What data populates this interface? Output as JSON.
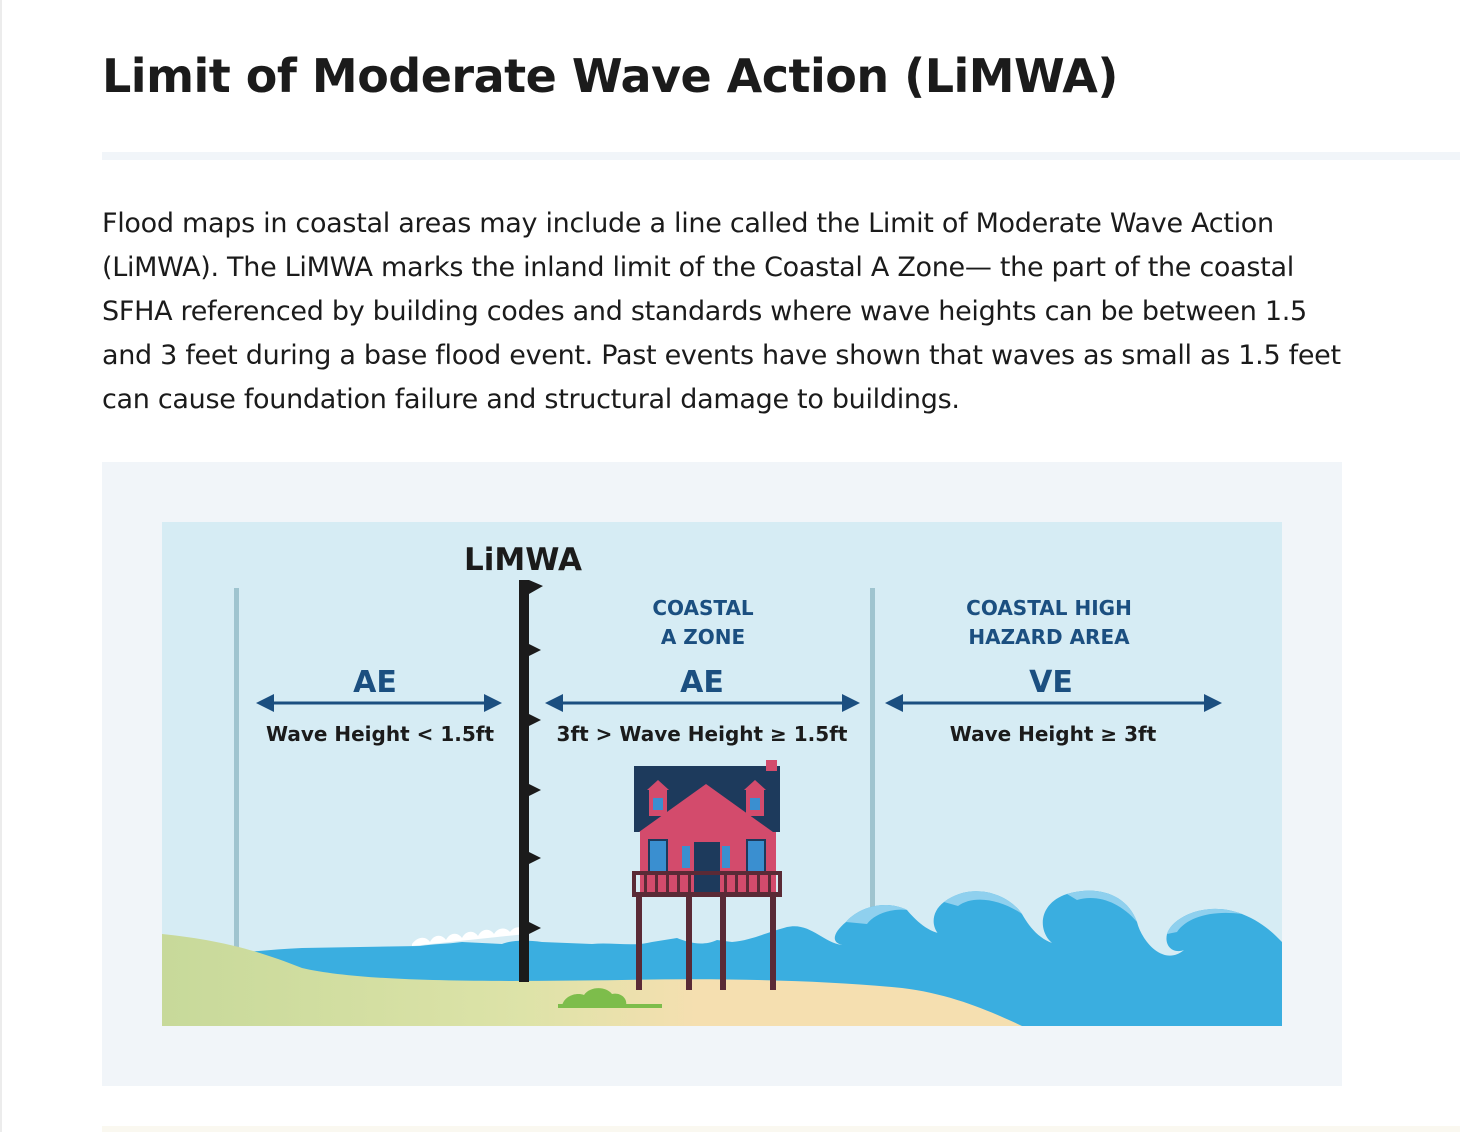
{
  "page": {
    "title": "Limit of Moderate Wave Action (LiMWA)",
    "paragraph": "Flood maps in coastal areas may include a line called the Limit of Moderate Wave Action (LiMWA). The LiMWA marks the inland limit of the Coastal A Zone— the part of the coastal SFHA referenced by building codes and standards where wave heights can be between 1.5 and 3 feet during a base flood event. Past events have shown that waves as small as 1.5 feet can cause foundation failure and structural damage to buildings."
  },
  "diagram": {
    "limwa_label": "LiMWA",
    "zones": [
      {
        "header_line1": "",
        "header_line2": "",
        "zone": "AE",
        "wave_height": "Wave Height < 1.5ft"
      },
      {
        "header_line1": "COASTAL",
        "header_line2": "A ZONE",
        "zone": "AE",
        "wave_height": "3ft > Wave Height ≥ 1.5ft"
      },
      {
        "header_line1": "COASTAL HIGH",
        "header_line2": "HAZARD AREA",
        "zone": "VE",
        "wave_height": "Wave Height ≥ 3ft"
      }
    ],
    "colors": {
      "sky": "#d6ecf4",
      "water": "#3aaee0",
      "wave_crest": "#ffffff",
      "grass": "#c7d99a",
      "sand": "#f5dfb0",
      "zone_text": "#1b4f80",
      "arrow": "#1b4f80",
      "boundary_line": "#9fc4cf",
      "house_body": "#d34b6c",
      "house_roof": "#1d3a5c",
      "limwa_pole": "#1b1b1b",
      "bush": "#7dbd4b"
    },
    "icons": [
      "house-on-piles-icon",
      "wave-icon",
      "bush-icon",
      "double-arrow-icon"
    ]
  }
}
